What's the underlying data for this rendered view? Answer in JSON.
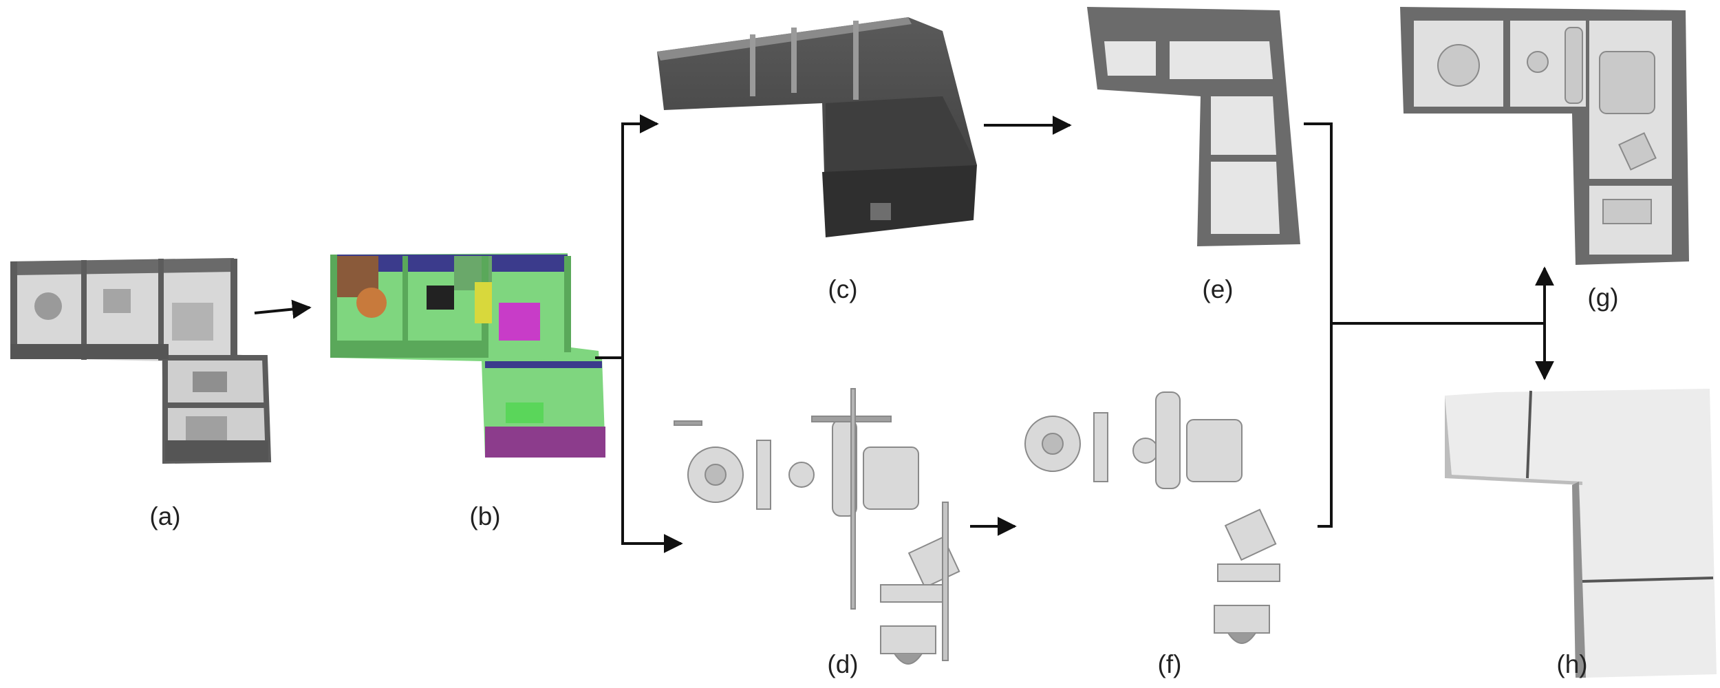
{
  "panels": [
    {
      "id": "a",
      "label": "(a)"
    },
    {
      "id": "b",
      "label": "(b)"
    },
    {
      "id": "c",
      "label": "(c)"
    },
    {
      "id": "d",
      "label": "(d)"
    },
    {
      "id": "e",
      "label": "(e)"
    },
    {
      "id": "f",
      "label": "(f)"
    },
    {
      "id": "g",
      "label": "(g)"
    },
    {
      "id": "h",
      "label": "(h)"
    }
  ],
  "colors": {
    "mesh_dark": "#4a4a4a",
    "mesh_mid": "#6b6b6b",
    "floor_light": "#e6e6e6",
    "furniture": "#c8c8c8",
    "seg_green": "#7fd67f",
    "seg_purple": "#3b3b8c",
    "seg_magenta": "#c83cc8",
    "seg_orange": "#c87a3c",
    "arrow": "#111111"
  }
}
